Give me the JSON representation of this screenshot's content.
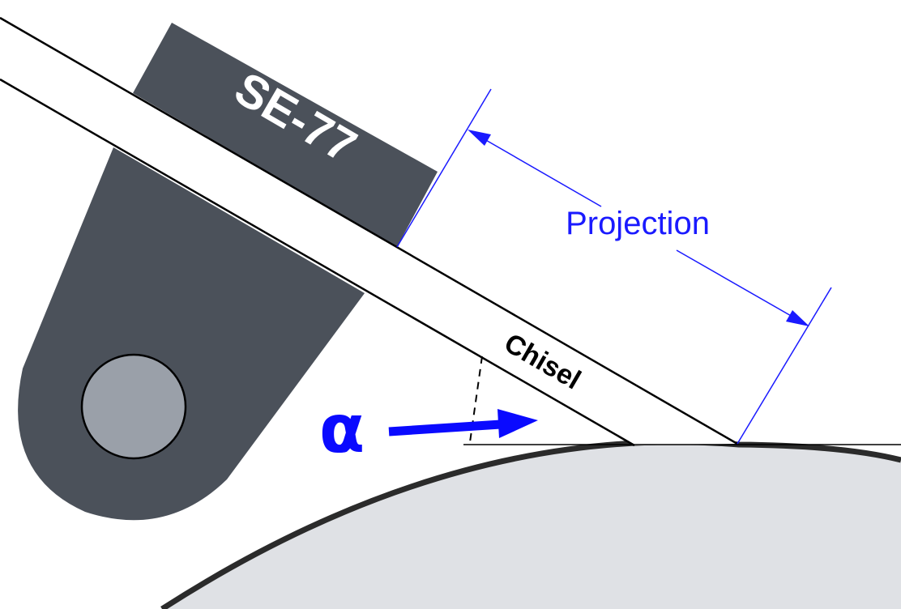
{
  "labels": {
    "jig": "SE-77",
    "tool": "Chisel",
    "dimension": "Projection",
    "angle": "α"
  },
  "colors": {
    "jig_body": "#4b515a",
    "pin": "#9aa0a9",
    "wheel": "#dfe1e5",
    "dimension": "#1a1aff",
    "angle_arrow": "#0a0aff",
    "outline": "#000000"
  }
}
